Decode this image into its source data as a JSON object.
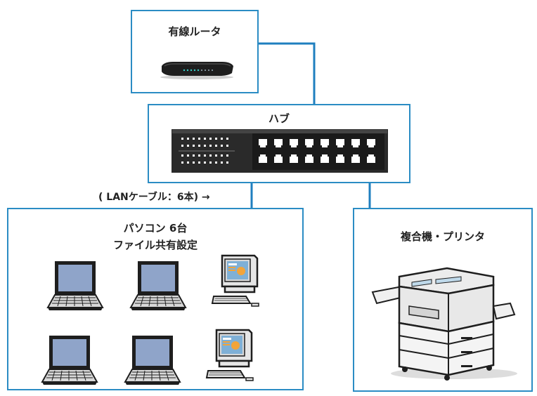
{
  "router": {
    "title": "有線ルータ",
    "icon": "router-icon"
  },
  "hub": {
    "title": "ハブ",
    "icon": "network-switch-icon"
  },
  "cable_label": "( LANケーブル：6本) →",
  "pcs": {
    "title_line1": "パソコン 6台",
    "title_line2": "ファイル共有設定",
    "devices": [
      "laptop-icon",
      "laptop-icon",
      "desktop-pc-icon",
      "laptop-icon",
      "laptop-icon",
      "desktop-pc-icon"
    ]
  },
  "printer": {
    "title": "複合機・プリンタ",
    "icon": "multifunction-printer-icon"
  },
  "colors": {
    "border": "#2b8cc4",
    "wire": "#1f7fbf",
    "text": "#222222"
  }
}
